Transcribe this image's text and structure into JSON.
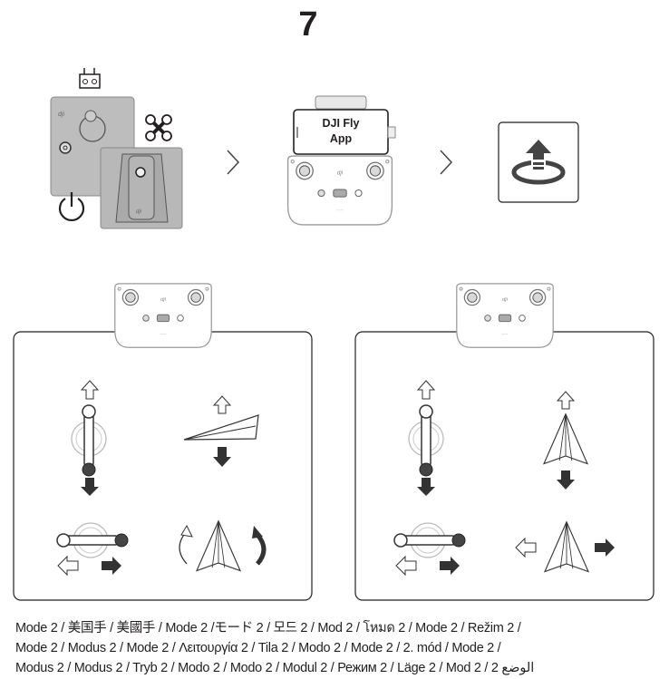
{
  "step_number": "7",
  "phone_screen": {
    "line1": "DJI Fly",
    "line2": "App"
  },
  "caption_lines": [
    "Mode 2 / 美国手 / 美國手 / Mode 2 /モード 2 / 모드 2 / Mod 2 / โหมด 2 / Mode 2 / Režim 2 /",
    "Mode 2 / Modus 2 / Mode 2 / Λειτουργία 2 / Tila 2 / Modo 2 / Mode 2 / 2. mód / Mode 2 /",
    "Modus 2 / Modus 2 / Tryb 2 / Modo 2 / Modo 2 / Modul 2 / Режим 2 / Läge 2 / Mod 2 / 2 الوضع"
  ],
  "colors": {
    "ink": "#231f20",
    "panel_gray": "#bcbcbc",
    "line_gray": "#9a9a9a"
  }
}
